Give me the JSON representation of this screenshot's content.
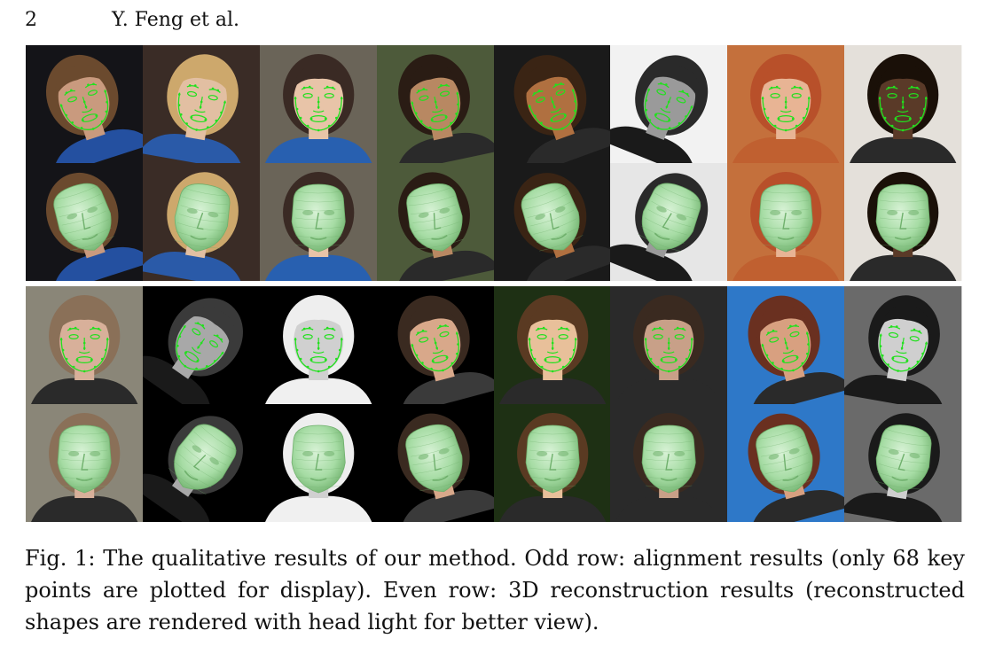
{
  "header": {
    "page_number": "2",
    "running_head": "Y. Feng et al."
  },
  "figure": {
    "label": "Fig. 1:",
    "caption": "The qualitative results of our method. Odd row: alignment results (only 68 key points are plotted for display). Even row: 3D reconstruction results (reconstructed shapes are rendered with head light for better view)."
  },
  "images": {
    "top_alignment": [
      {
        "bg": "#141418",
        "skin": "#c99a7e",
        "hair": "#6b4a2e",
        "cloth": "#2450a0",
        "tilt": -18
      },
      {
        "bg": "#3a2c26",
        "skin": "#e2bfa2",
        "hair": "#cda86c",
        "cloth": "#2a5aa8",
        "tilt": 10
      },
      {
        "bg": "#6a6458",
        "skin": "#e8c4a8",
        "hair": "#3a2a24",
        "cloth": "#2860b0",
        "tilt": 0
      },
      {
        "bg": "#4d5a3a",
        "skin": "#b88862",
        "hair": "#2a1c14",
        "cloth": "#2a2a2a",
        "tilt": -12
      },
      {
        "bg": "#1a1a1a",
        "skin": "#b07040",
        "hair": "#3a2414",
        "cloth": "#2a2a2a",
        "tilt": -20
      },
      {
        "bg": "#f2f2f2",
        "skin": "#9a9a9a",
        "hair": "#2a2a2a",
        "cloth": "#1a1a1a",
        "tilt": 22
      },
      {
        "bg": "#c4703c",
        "skin": "#e8b494",
        "hair": "#b8502a",
        "cloth": "#c06030",
        "tilt": 0
      },
      {
        "bg": "#e4e0da",
        "skin": "#5a3a28",
        "hair": "#1a1008",
        "cloth": "#2a2a2a",
        "tilt": 0
      }
    ],
    "top_reconstruction": [
      {
        "bg": "#141418",
        "skin": "#c99a7e",
        "hair": "#6b4a2e",
        "cloth": "#2450a0",
        "tilt": -18
      },
      {
        "bg": "#3a2c26",
        "skin": "#e2bfa2",
        "hair": "#cda86c",
        "cloth": "#2a5aa8",
        "tilt": 10
      },
      {
        "bg": "#6a6458",
        "skin": "#e8c4a8",
        "hair": "#3a2a24",
        "cloth": "#2860b0",
        "tilt": 0
      },
      {
        "bg": "#4d5a3a",
        "skin": "#b88862",
        "hair": "#2a1c14",
        "cloth": "#2a2a2a",
        "tilt": -12
      },
      {
        "bg": "#1a1a1a",
        "skin": "#b07040",
        "hair": "#3a2414",
        "cloth": "#2a2a2a",
        "tilt": -20
      },
      {
        "bg": "#e6e6e6",
        "skin": "#9a9a9a",
        "hair": "#2a2a2a",
        "cloth": "#1a1a1a",
        "tilt": 22
      },
      {
        "bg": "#c4703c",
        "skin": "#e8b494",
        "hair": "#b8502a",
        "cloth": "#c06030",
        "tilt": 0
      },
      {
        "bg": "#e4e0da",
        "skin": "#5a3a28",
        "hair": "#1a1008",
        "cloth": "#2a2a2a",
        "tilt": 0
      }
    ],
    "bottom_alignment": [
      {
        "bg": "#8a8678",
        "skin": "#d8b09a",
        "hair": "#8a7058",
        "cloth": "#2a2a2a",
        "tilt": 0
      },
      {
        "bg": "#000000",
        "skin": "#a8a8a8",
        "hair": "#3a3a3a",
        "cloth": "#1a1a1a",
        "tilt": 35
      },
      {
        "bg": "#000000",
        "skin": "#d0d0d0",
        "hair": "#eeeeee",
        "cloth": "#f0f0f0",
        "tilt": 0
      },
      {
        "bg": "#000000",
        "skin": "#d8a88a",
        "hair": "#3a2a20",
        "cloth": "#3a3a3a",
        "tilt": -15
      },
      {
        "bg": "#1e3014",
        "skin": "#e8c09a",
        "hair": "#5a3a22",
        "cloth": "#2a2a2a",
        "tilt": 0
      },
      {
        "bg": "#2a2a2a",
        "skin": "#c8a088",
        "hair": "#3a2a20",
        "cloth": "#2a2a2a",
        "tilt": 0
      },
      {
        "bg": "#2e78c8",
        "skin": "#d8a080",
        "hair": "#6a3020",
        "cloth": "#2a2a2a",
        "tilt": -15
      },
      {
        "bg": "#6a6a6a",
        "skin": "#cfcfcf",
        "hair": "#1a1a1a",
        "cloth": "#1a1a1a",
        "tilt": 10
      }
    ],
    "bottom_reconstruction": [
      {
        "bg": "#8a8678",
        "skin": "#d8b09a",
        "hair": "#8a7058",
        "cloth": "#2a2a2a",
        "tilt": 0
      },
      {
        "bg": "#000000",
        "skin": "#a8a8a8",
        "hair": "#3a3a3a",
        "cloth": "#1a1a1a",
        "tilt": 35
      },
      {
        "bg": "#000000",
        "skin": "#d0d0d0",
        "hair": "#eeeeee",
        "cloth": "#f0f0f0",
        "tilt": 0
      },
      {
        "bg": "#000000",
        "skin": "#d8a88a",
        "hair": "#3a2a20",
        "cloth": "#3a3a3a",
        "tilt": -15
      },
      {
        "bg": "#1e3014",
        "skin": "#e8c09a",
        "hair": "#5a3a22",
        "cloth": "#2a2a2a",
        "tilt": 0
      },
      {
        "bg": "#2a2a2a",
        "skin": "#c8a088",
        "hair": "#3a2a20",
        "cloth": "#2a2a2a",
        "tilt": 0
      },
      {
        "bg": "#2e78c8",
        "skin": "#d8a080",
        "hair": "#6a3020",
        "cloth": "#2a2a2a",
        "tilt": -15
      },
      {
        "bg": "#6a6a6a",
        "skin": "#cfcfcf",
        "hair": "#1a1a1a",
        "cloth": "#1a1a1a",
        "tilt": 10
      }
    ]
  },
  "colors": {
    "landmark": "#22e01e",
    "mesh": "#a6dca4",
    "mesh_shadow": "#6fb06c",
    "divider": "#ffffff"
  }
}
